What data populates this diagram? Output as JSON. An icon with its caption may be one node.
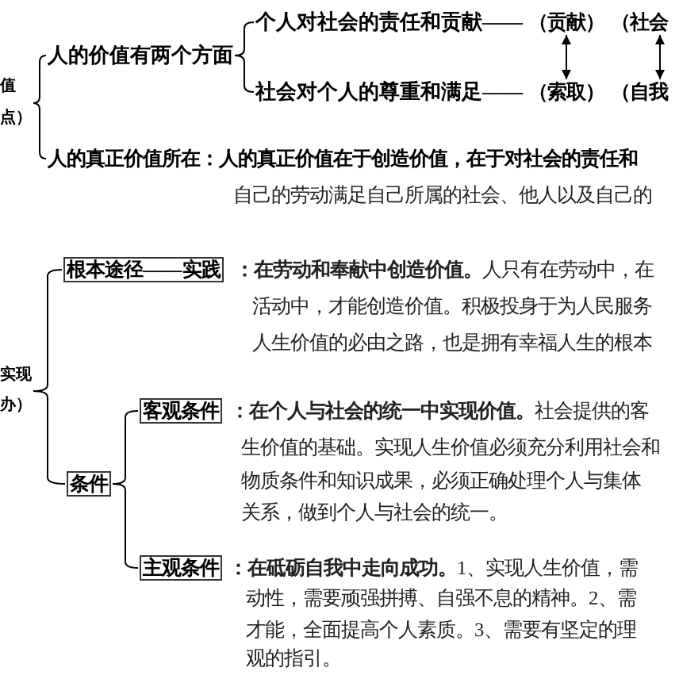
{
  "diagram": {
    "nodes": [
      {
        "text": [
          "值",
          "点）"
        ]
      },
      {
        "text": [
          "人的价值有两个方面"
        ]
      },
      {
        "text": [
          "个人对社会的责任和贡献——"
        ]
      },
      {
        "text": [
          "（贡献）"
        ]
      },
      {
        "text": [
          "（社会"
        ]
      },
      {
        "text": [
          "社会对个人的尊重和满足——"
        ]
      },
      {
        "text": [
          "（索取）"
        ]
      },
      {
        "text": [
          "（自我"
        ]
      },
      {
        "text": [
          "人的真正价值所在：人的真正价值在于创造价值，在于对社会的责任和",
          "自己的劳动满足自己所属的社会、他人以及自己的"
        ]
      },
      {
        "text": [
          "实现",
          "办）"
        ]
      },
      {
        "text": [
          "根本途径——实践"
        ],
        "beside": [
          "**：在劳动和奉献中创造价值。**人只有在劳动中，在",
          "活动中，才能创造价值。积极投身于为人民服务",
          "人生价值的必由之路，也是拥有幸福人生的根本"
        ]
      },
      {
        "text": [
          "条件"
        ]
      },
      {
        "text": [
          "客观条件"
        ],
        "beside": [
          "**：在个人与社会的统一中实现价值。**社会提供的客",
          "生价值的基础。实现人生价值必须充分利用社会和",
          "物质条件和知识成果，必须正确处理个人与集体",
          "关系，做到个人与社会的统一。"
        ]
      },
      {
        "text": [
          "主观条件"
        ],
        "beside": [
          "**：在砥砺自我中走向成功。**1、实现人生价值，需",
          "动性，需要顽强拼搏、自强不息的精神。2、需",
          "才能，全面提高个人素质。3、需要有坚定的理",
          "观的指引。"
        ]
      }
    ],
    "edges": [
      {
        "from": 0,
        "to": 1,
        "arrow": "none"
      },
      {
        "from": 0,
        "to": 8,
        "arrow": "none"
      },
      {
        "from": 1,
        "to": 2,
        "arrow": "none"
      },
      {
        "from": 1,
        "to": 5,
        "arrow": "none"
      },
      {
        "from": 3,
        "to": 6,
        "arrow": "both"
      },
      {
        "from": 4,
        "to": 7,
        "arrow": "both"
      },
      {
        "from": 9,
        "to": 10,
        "arrow": "none"
      },
      {
        "from": 9,
        "to": 11,
        "arrow": "none"
      },
      {
        "from": 11,
        "to": 12,
        "arrow": "none"
      },
      {
        "from": 11,
        "to": 13,
        "arrow": "none"
      }
    ]
  }
}
